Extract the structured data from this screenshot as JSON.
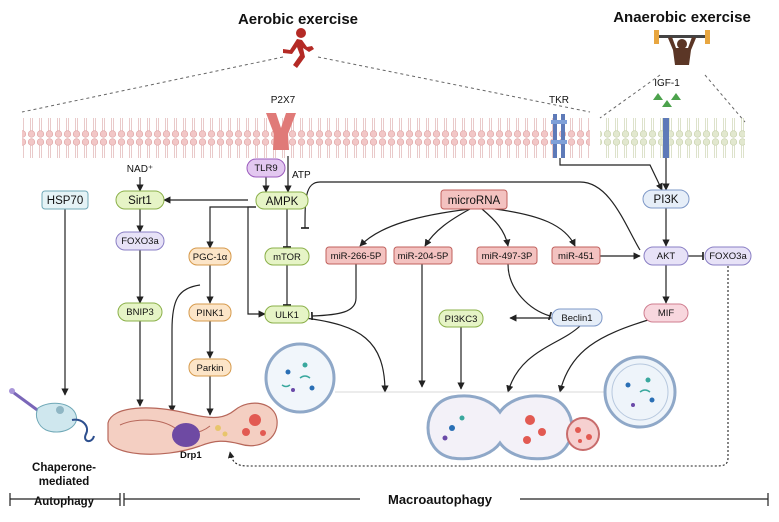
{
  "titles": {
    "aerobic": "Aerobic exercise",
    "anaerobic": "Anaerobic exercise"
  },
  "receptors": {
    "p2x7": "P2X7",
    "tkr": "TKR",
    "igf1": "IGF-1"
  },
  "labels": {
    "nad": "NAD⁺",
    "atp": "ATP",
    "drp1": "Drp1",
    "chaperone_line1": "Chaperone-",
    "chaperone_line2": "mediated",
    "chaperone_line3": "Autophagy",
    "macroautophagy": "Macroautophagy"
  },
  "nodes": {
    "hsp70": "HSP70",
    "sirt1": "Sirt1",
    "foxo3a_left": "FOXO3a",
    "bnip3": "BNIP3",
    "tlr9": "TLR9",
    "ampk": "AMPK",
    "pgc1a": "PGC-1α",
    "pink1": "PINK1",
    "parkin": "Parkin",
    "mtor": "mTOR",
    "ulk1": "ULK1",
    "microrna": "microRNA",
    "mir266": "miR-266-5P",
    "mir204": "miR-204-5P",
    "mir497": "miR-497-3P",
    "mir451": "miR-451",
    "pi3kc3": "PI3KC3",
    "beclin1": "Beclin1",
    "pi3k": "PI3K",
    "akt": "AKT",
    "foxo3a_right": "FOXO3a",
    "mif": "MIF"
  },
  "colors": {
    "green_fill": "#e6f4c6",
    "green_stroke": "#8bb04a",
    "purple_fill": "#e7e2f7",
    "purple_stroke": "#8a7fc4",
    "orange_fill": "#fce5c8",
    "orange_stroke": "#d69a4c",
    "red_fill": "#f3c2c0",
    "red_stroke": "#c0605c",
    "blue_fill": "#e6eef8",
    "blue_stroke": "#7e98c7",
    "teal_fill": "#e5f3f6",
    "teal_stroke": "#6fa8b7",
    "tlr9_fill": "#e3c8f0",
    "tlr9_stroke": "#9b5cbd"
  }
}
